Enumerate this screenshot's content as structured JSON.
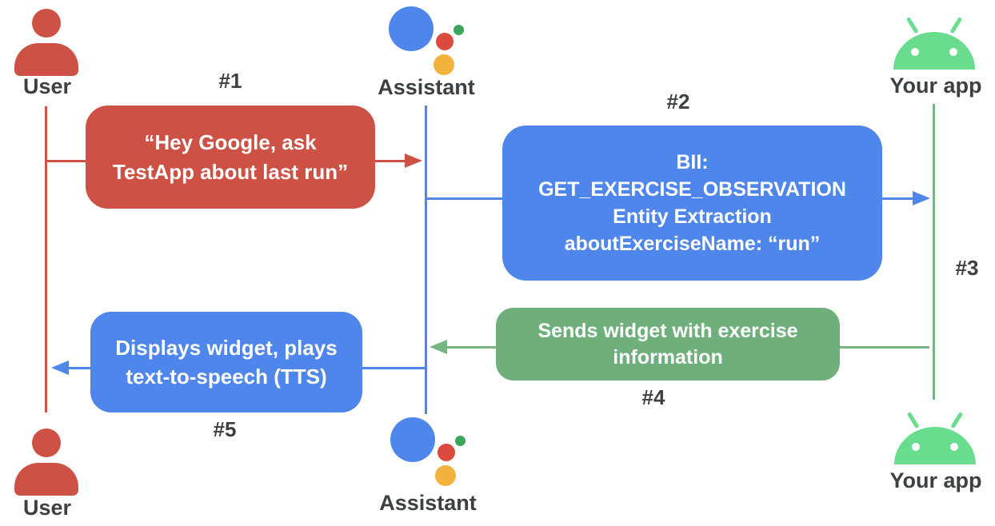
{
  "actors": {
    "user_top": {
      "label": "User"
    },
    "assistant_top": {
      "label": "Assistant"
    },
    "app_top": {
      "label": "Your app"
    },
    "user_bottom": {
      "label": "User"
    },
    "assistant_bottom": {
      "label": "Assistant"
    },
    "app_bottom": {
      "label": "Your app"
    }
  },
  "step_labels": {
    "step1": "#1",
    "step2": "#2",
    "step3": "#3",
    "step4": "#4",
    "step5": "#5"
  },
  "messages": {
    "user_query": {
      "line1": "“Hey Google, ask",
      "line2": "TestApp about last run”"
    },
    "bii": {
      "line1": "BII:",
      "line2": "GET_EXERCISE_OBSERVATION",
      "line3": "Entity Extraction",
      "line4": "aboutExerciseName: “run”"
    },
    "widget": {
      "line1": "Sends widget with exercise",
      "line2": "information"
    },
    "tts": {
      "line1": "Displays widget, plays",
      "line2": "text-to-speech (TTS)"
    }
  },
  "colors": {
    "message_red": "#CE5146",
    "message_blue": "#4F86EC",
    "message_green": "#6FAF7B",
    "android_green": "#69DC8E",
    "lifeline_green": "#74B581",
    "assistant_logo_red": "#DB4B3D",
    "assistant_logo_green": "#3BA55A",
    "assistant_logo_yellow": "#F2B33C",
    "label_gray": "#3C4043"
  }
}
